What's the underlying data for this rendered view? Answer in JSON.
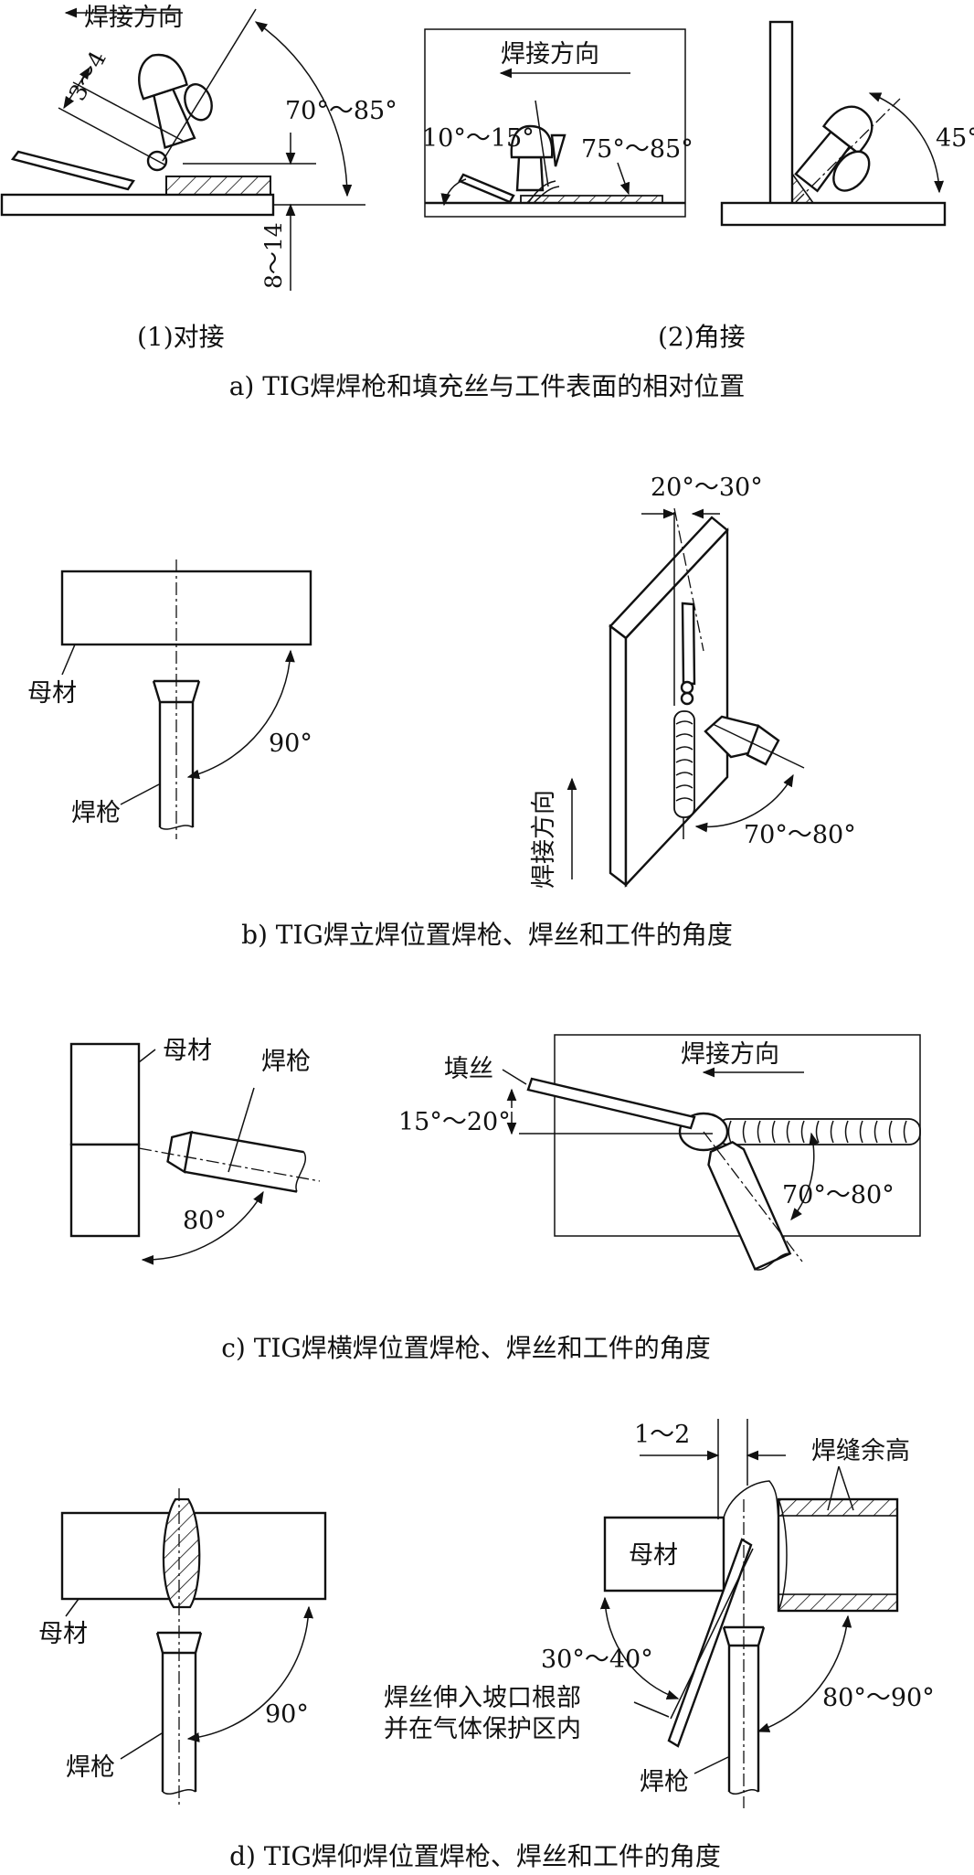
{
  "panel_a": {
    "butt": {
      "direction": "焊接方向",
      "dim_gap": "3～4",
      "angle": "70°～85°",
      "dim_extension": "8～14"
    },
    "fillet": {
      "direction": "焊接方向",
      "angle_wire": "10°～15°",
      "angle_torch": "75°～85°",
      "angle_corner": "45°"
    },
    "sub_butt": "(1)对接",
    "sub_fillet": "(2)角接",
    "caption": "a) TIG焊焊枪和填充丝与工件表面的相对位置"
  },
  "panel_b": {
    "base_metal": "母材",
    "torch": "焊枪",
    "angle_left": "90°",
    "angle_wire": "20°～30°",
    "direction": "焊接方向",
    "angle_torch": "70°～80°",
    "caption": "b) TIG焊立焊位置焊枪、焊丝和工件的角度"
  },
  "panel_c": {
    "base_metal": "母材",
    "torch": "焊枪",
    "angle_left": "80°",
    "filler": "填丝",
    "direction": "焊接方向",
    "angle_wire": "15°～20°",
    "angle_torch": "70°～80°",
    "caption": "c) TIG焊横焊位置焊枪、焊丝和工件的角度"
  },
  "panel_d": {
    "base_metal_left": "母材",
    "torch_left": "焊枪",
    "angle_left": "90°",
    "dim_gap": "1～2",
    "reinforcement": "焊缝余高",
    "base_metal_right": "母材",
    "angle_wire": "30°～40°",
    "wire_note_1": "焊丝伸入坡口根部",
    "wire_note_2": "并在气体保护区内",
    "angle_torch": "80°～90°",
    "torch_right": "焊枪",
    "caption": "d) TIG焊仰焊位置焊枪、焊丝和工件的角度"
  }
}
